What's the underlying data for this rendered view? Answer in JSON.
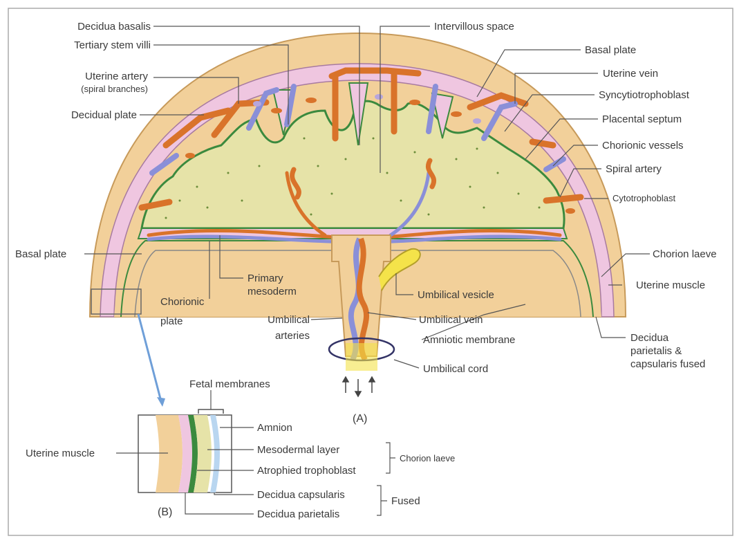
{
  "labels": {
    "decidua_basalis": "Decidua basalis",
    "tertiary_stem_villi": "Tertiary stem villi",
    "uterine_artery_1": "Uterine artery",
    "uterine_artery_2": "(spiral branches)",
    "decidual_plate": "Decidual plate",
    "intervillous_space": "Intervillous space",
    "basal_plate_top": "Basal plate",
    "uterine_vein": "Uterine vein",
    "syncytiotrophoblast": "Syncytiotrophoblast",
    "placental_septum": "Placental septum",
    "chorionic_vessels": "Chorionic vessels",
    "spiral_artery": "Spiral artery",
    "cytotrophoblast": "Cytotrophoblast",
    "basal_plate_left": "Basal plate",
    "chorion_laeve_top": "Chorion laeve",
    "uterine_muscle_right": "Uterine muscle",
    "primary_mesoderm_1": "Primary",
    "primary_mesoderm_2": "mesoderm",
    "chorionic_plate_1": "Chorionic",
    "chorionic_plate_2": "plate",
    "umbilical_arteries_1": "Umbilical",
    "umbilical_arteries_2": "arteries",
    "umbilical_vesicle": "Umbilical vesicle",
    "umbilical_vein": "Umbilical vein",
    "amniotic_membrane": "Amniotic membrane",
    "decidua_pc_1": "Decidua",
    "decidua_pc_2": "parietalis &",
    "decidua_pc_3": "capsularis fused",
    "umbilical_cord": "Umbilical cord",
    "fetal_membranes": "Fetal membranes",
    "amnion": "Amnion",
    "uterine_muscle_left": "Uterine muscle",
    "mesodermal_layer": "Mesodermal layer",
    "atrophied_trophoblast": "Atrophied trophoblast",
    "chorion_laeve_bottom": "Chorion laeve",
    "decidua_capsularis": "Decidua capsularis",
    "decidua_parietalis": "Decidua parietalis",
    "fused": "Fused"
  },
  "panels": {
    "a": "(A)",
    "b": "(B)"
  },
  "colors": {
    "decidua": "#f2d09a",
    "decidua_outline": "#c79a5a",
    "pink_layer": "#efc6e0",
    "villi": "#e6e3a8",
    "villi_outline": "#3b8a3e",
    "artery": "#d9732a",
    "vein": "#8a8fd8",
    "yolk": "#f4e34a",
    "leader": "#555555"
  }
}
